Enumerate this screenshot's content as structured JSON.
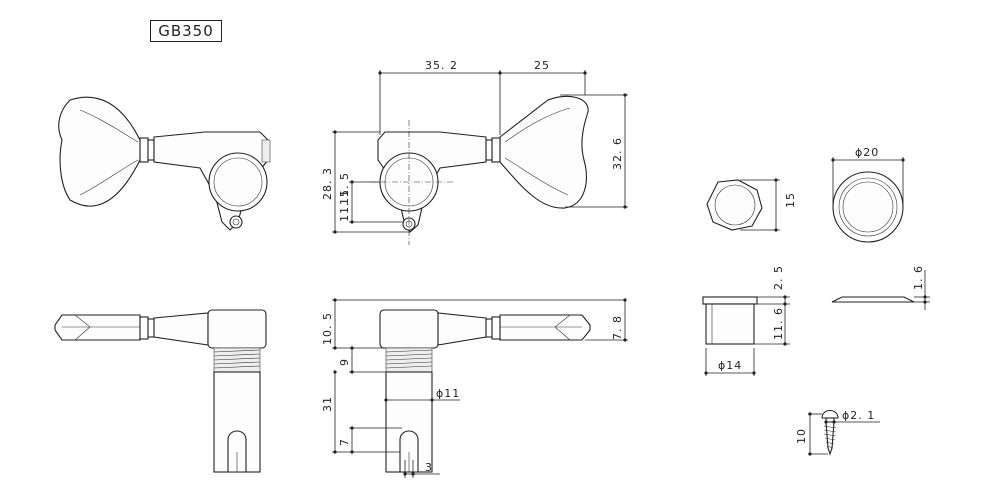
{
  "title": "GB350",
  "dimensions": {
    "top_width_a": "35. 2",
    "top_width_b": "25",
    "height_total": "32. 6",
    "height_a": "28. 3",
    "height_b": "11. 5",
    "height_c": "11. 5",
    "side_a": "10. 5",
    "side_b": "7. 8",
    "thread": "9",
    "shaft": "31",
    "shaft_dia": "ϕ11",
    "slot_depth": "7",
    "slot_width": "3",
    "nut_height": "15",
    "washer_dia": "ϕ20",
    "washer_thick": "1. 6",
    "bushing_flange": "2. 5",
    "bushing_body": "11. 6",
    "bushing_dia": "ϕ14",
    "screw_dia": "ϕ2. 1",
    "screw_len": "10"
  }
}
